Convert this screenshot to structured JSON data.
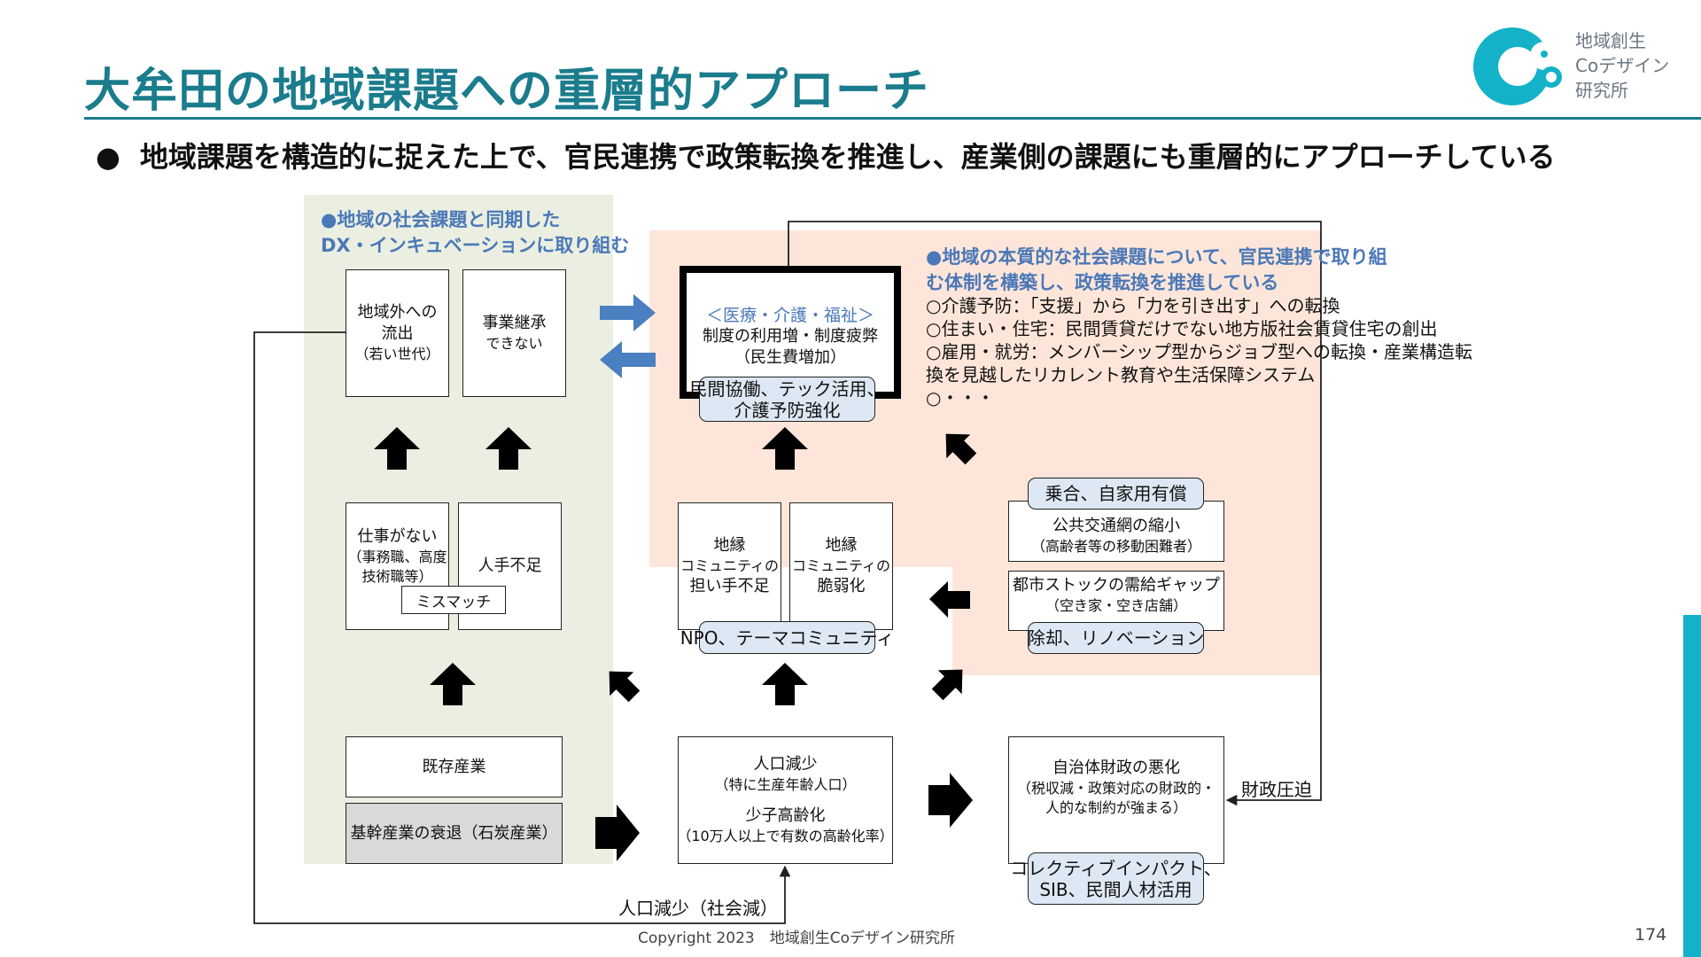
{
  "title": "大牟田の地域課題への重層的アプローチ",
  "logo": {
    "line1": "地域創生",
    "line2": "Coデザイン",
    "line3": "研究所"
  },
  "bullet": {
    "marker": "●",
    "text": "地域課題を構造的に捉えた上で、官民連携で政策転換を推進し、産業側の課題にも重層的にアプローチしている"
  },
  "left_panel": {
    "heading1": "●地域の社会課題と同期した",
    "heading2": "DX・インキュベーションに取り組む",
    "box_outflow": {
      "line1": "地域外への",
      "line2": "流出",
      "sub": "（若い世代）"
    },
    "box_succession": {
      "line1": "事業継承",
      "line2": "できない"
    },
    "box_nojob": {
      "line1": "仕事がない",
      "sub1": "（事務職、高度",
      "sub2": "技術職等）"
    },
    "note_mismatch": "ミスマッチ",
    "box_shortage": "人手不足",
    "box_existing": "既存産業",
    "box_decline": "基幹産業の衰退（石炭産業）"
  },
  "center": {
    "box_medical": {
      "line1": "＜医療・介護・福祉＞",
      "line2": "制度の利用増・制度疲弊",
      "line3": "（民生費増加）"
    },
    "tag_private": {
      "line1": "民間協働、テック活用、",
      "line2": "介護予防強化"
    },
    "box_bearers": {
      "line1": "地縁",
      "line2": "コミュニティの",
      "line3": "担い手不足"
    },
    "box_fragile": {
      "line1": "地縁",
      "line2": "コミュニティの",
      "line3": "脆弱化"
    },
    "tag_npo": "NPO、テーマコミュニティ",
    "box_population": {
      "line1": "人口減少",
      "sub1": "（特に生産年齢人口）",
      "line2": "少子高齢化",
      "sub2": "（10万人以上で有数の高齢化率）"
    },
    "label_social_decrease": "人口減少（社会減）"
  },
  "right_panel": {
    "heading1": "●地域の本質的な社会課題について、官民連携で取り組",
    "heading2": "む体制を構築し、政策転換を推進している",
    "items": [
      "○介護予防：「支援」から「力を引き出す」への転換",
      "○住まい・住宅：民間賃貸だけでない地方版社会賃貸住宅の創出",
      "○雇用・就労：メンバーシップ型からジョブ型への転換・産業構造転",
      "換を見越したリカレント教育や生活保障システム",
      "○・・・"
    ],
    "tag_rideshare": "乗合、自家用有償",
    "box_transport": {
      "line1": "公共交通網の縮小",
      "sub": "（高齢者等の移動困難者）"
    },
    "box_stock": {
      "line1": "都市ストックの需給ギャップ",
      "sub": "（空き家・空き店舗）"
    },
    "tag_renovation": "除却、リノベーション",
    "box_finance": {
      "line1": "自治体財政の悪化",
      "sub1": "（税収減・政策対応の財政的・",
      "sub2": "人的な制約が強まる）"
    },
    "tag_collective": {
      "line1": "コレクティブインパクト、",
      "line2": "SIB、民間人材活用"
    },
    "label_fiscal": "財政圧迫"
  },
  "footer": "Copyright 2023　地域創生Coデザイン研究所",
  "page_number": "174",
  "colors": {
    "accent": "#1a7c8c",
    "heading_blue": "#4b78b8",
    "arrow_blue": "#4a7fc1",
    "green_panel": "#ebefe1",
    "orange_panel": "#fde6d9",
    "tag_fill": "#dde8f4",
    "gray_box": "#d9d9d9",
    "side_bar": "#13b2c8"
  }
}
